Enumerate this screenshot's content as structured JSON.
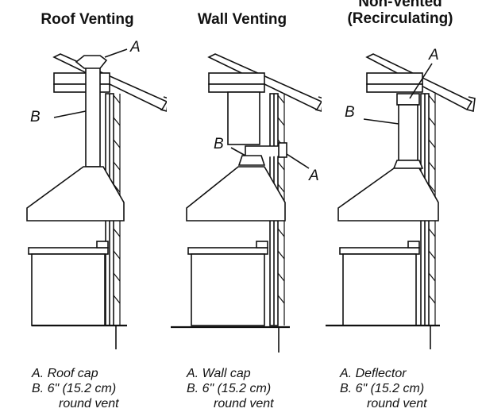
{
  "panels": [
    {
      "title": "Roof Venting",
      "callout_a": "A",
      "callout_b": "B",
      "legend": {
        "a": "A.  Roof cap",
        "b": "B.  6\" (15.2 cm)",
        "b2": "round vent"
      }
    },
    {
      "title": "Wall Venting",
      "callout_a": "A",
      "callout_b": "B",
      "legend": {
        "a": "A.  Wall cap",
        "b": "B.  6\" (15.2 cm)",
        "b2": "round vent"
      }
    },
    {
      "title_line1": "Non-Vented",
      "title_line2": "(Recirculating)",
      "callout_a": "A",
      "callout_b": "B",
      "legend": {
        "a": "A.  Deflector",
        "b": "B.  6\" (15.2 cm)",
        "b2": "round vent"
      }
    }
  ]
}
